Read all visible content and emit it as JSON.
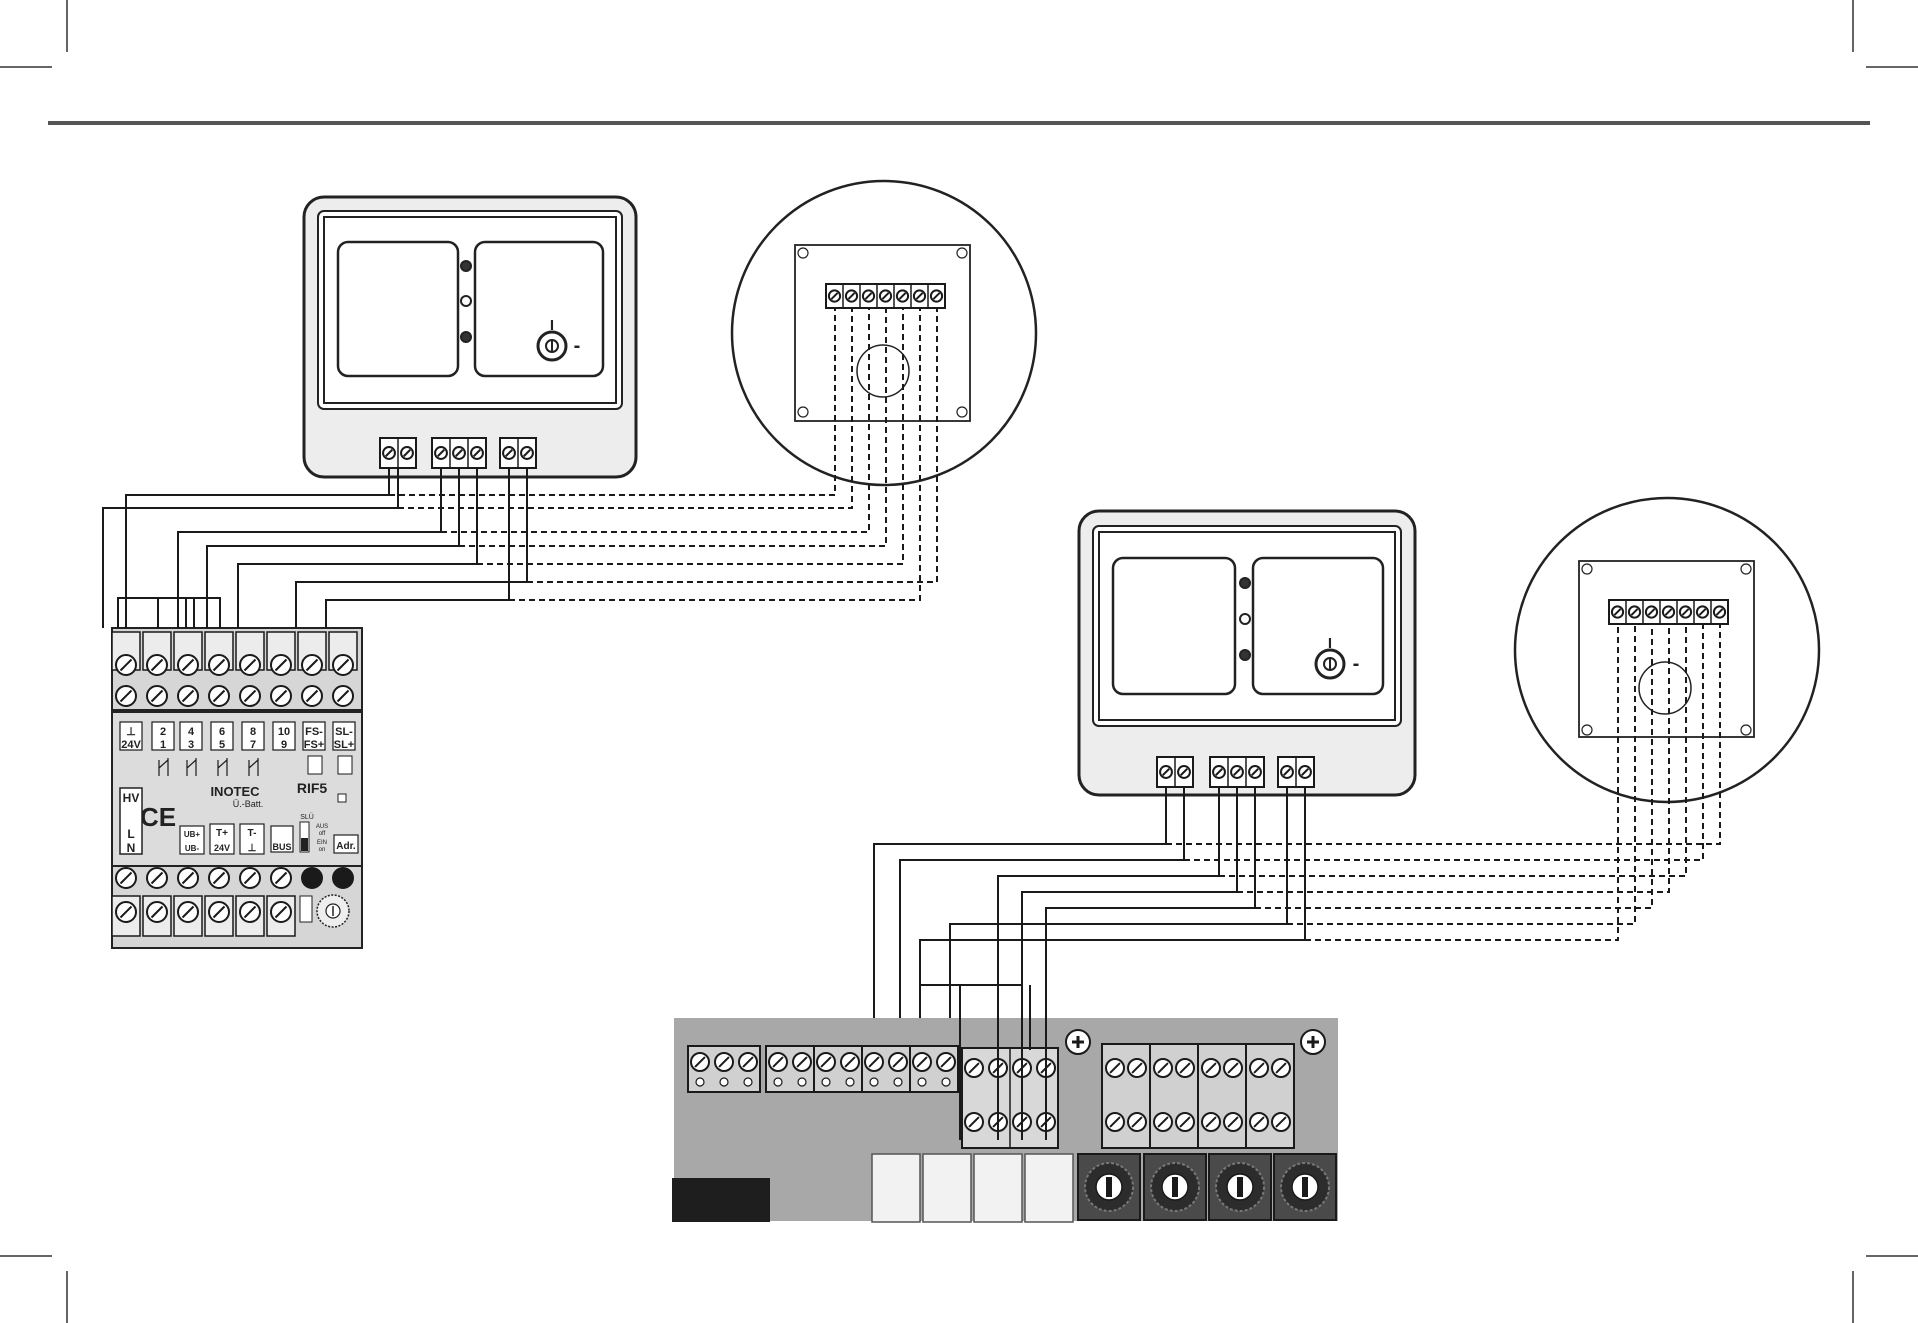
{
  "rif5_module": {
    "terminal_top_row": [
      "⊥",
      "2",
      "4",
      "6",
      "8",
      "10",
      "FS-",
      "SL-"
    ],
    "terminal_bottom_row": [
      "24V",
      "1",
      "3",
      "5",
      "7",
      "9",
      "FS+",
      "SL+"
    ],
    "brand": "INOTEC",
    "model": "RIF5",
    "ce_mark": "CE",
    "batt_label": "Ü.-Batt.",
    "hv_label": "HV",
    "l_label": "L",
    "n_label": "N",
    "ub_plus": "UB+",
    "ub_minus": "UB-",
    "t_plus": "T+",
    "t_minus": "T-",
    "t_24v": "24V",
    "t_ground": "⊥",
    "bus_label": "BUS",
    "slu_label": "SLÜ",
    "aus_label": "AUS",
    "off_label": "off",
    "ein_label": "EIN",
    "on_label": "on",
    "adr_label": "Adr."
  },
  "panel_1": {
    "key_on": "I",
    "key_off": "-"
  },
  "panel_2": {
    "key_on": "I",
    "key_off": "-"
  },
  "colors": {
    "line": "#1a1a1a",
    "panel_grey": "#e9e9e9",
    "module_grey": "#d9d9d9",
    "board_grey": "#a6a6a6",
    "rule": "#555555"
  }
}
